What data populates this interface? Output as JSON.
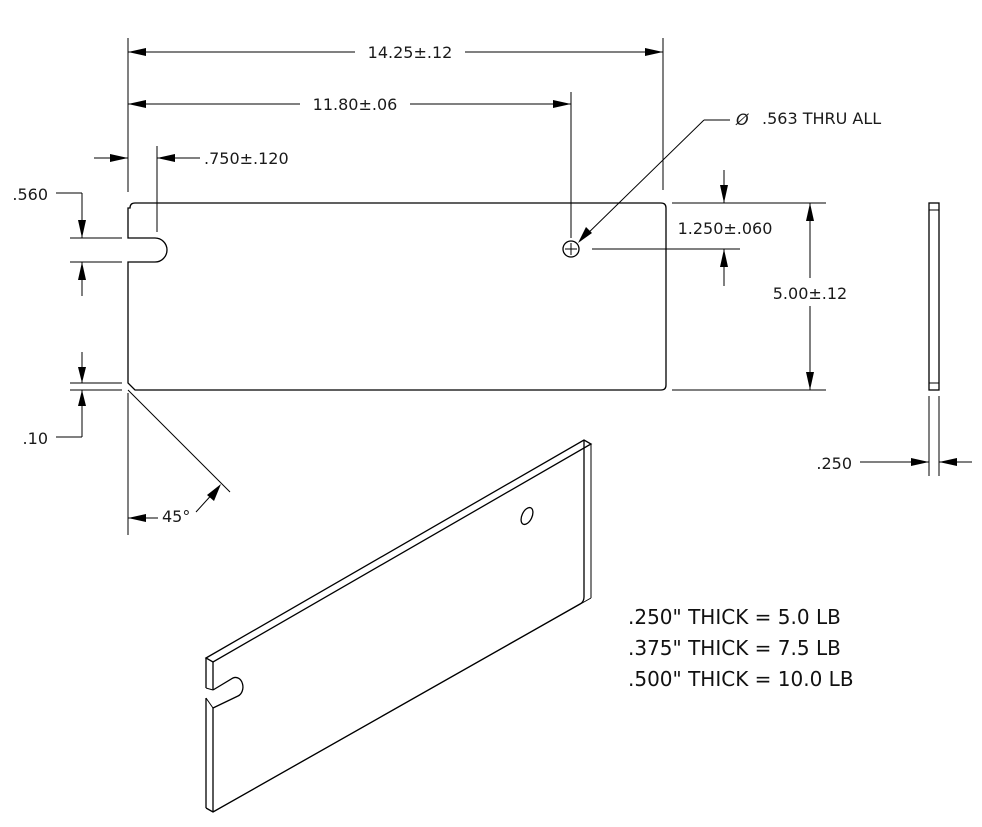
{
  "dimensions": {
    "overall_length": "14.25±.12",
    "hole_location": "11.80±.06",
    "hole_spec_symbol": "Ø",
    "hole_spec": ".563 THRU ALL",
    "slot_depth": ".750±.120",
    "slot_width": ".560",
    "hole_offset": "1.250±.060",
    "height": "5.00±.12",
    "chamfer_size": ".10",
    "chamfer_angle": "45°",
    "thickness": ".250"
  },
  "weight_notes": [
    ".250\" THICK = 5.0 LB",
    ".375\" THICK = 7.5 LB",
    ".500\" THICK = 10.0 LB"
  ]
}
